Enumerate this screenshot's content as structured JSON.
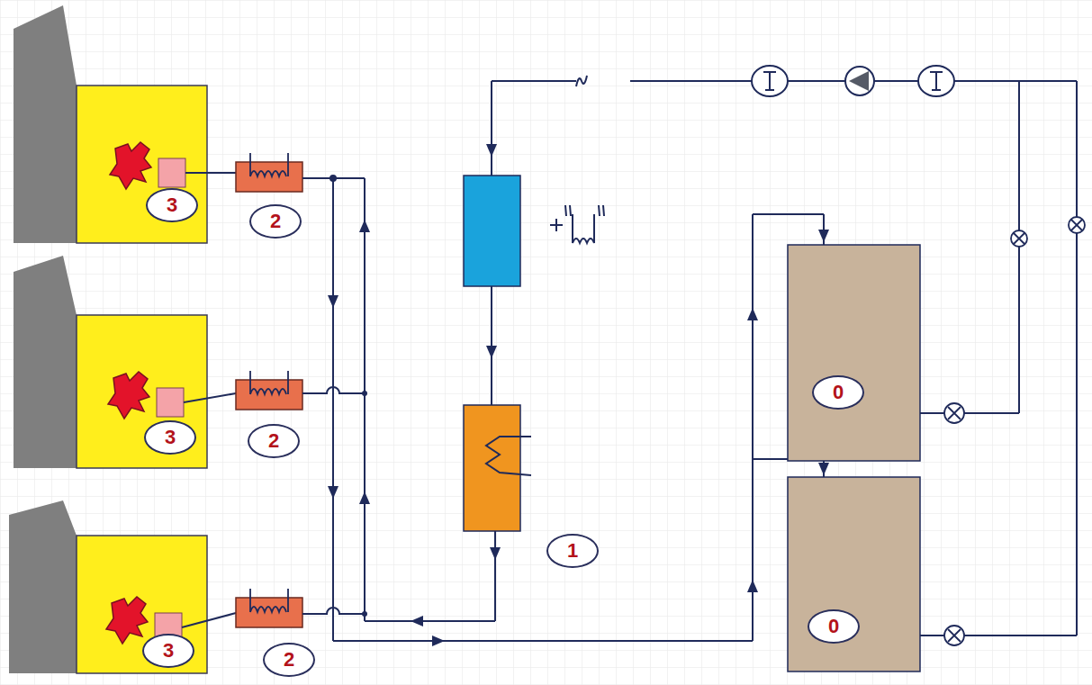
{
  "diagram": {
    "labels": [
      "3",
      "2",
      "3",
      "2",
      "3",
      "2",
      "1",
      "0",
      "0"
    ]
  }
}
